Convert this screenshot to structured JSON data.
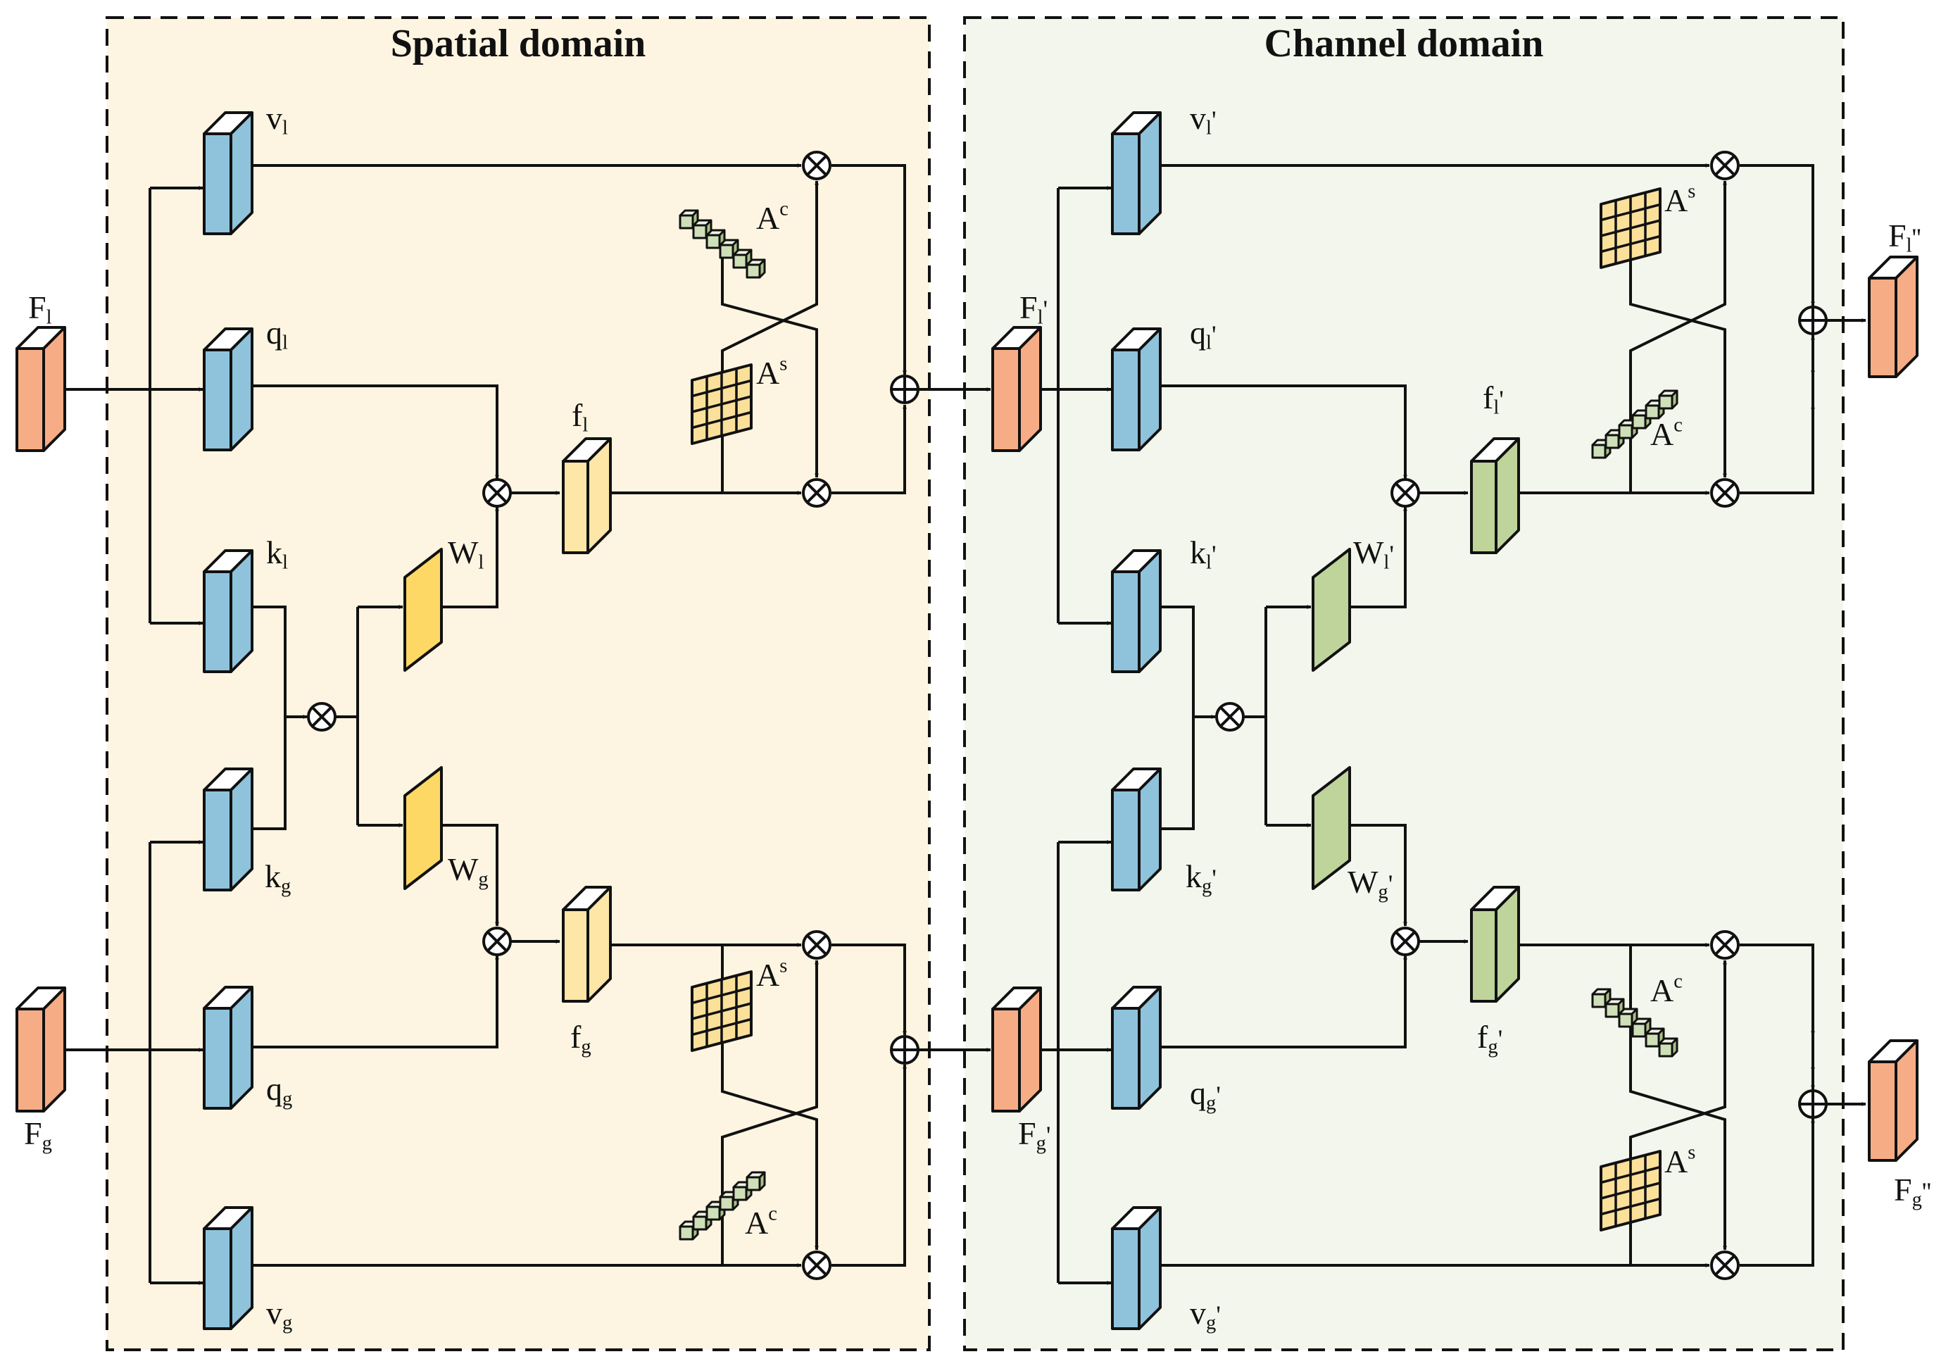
{
  "titles": {
    "spatial": "Spatial domain",
    "channel": "Channel domain"
  },
  "colors": {
    "spatial_bg": "#fdf5e1",
    "channel_bg": "#f3f6ec",
    "blue": "#8fc3dc",
    "orange": "#f6ad86",
    "yellow": "#fdd865",
    "light_yellow": "#fde6a6",
    "green": "#bed49b",
    "grid_yellow": "#fbe09a",
    "vec_green": "#cfe0b8"
  },
  "spatial": {
    "input_l": {
      "base": "F",
      "sub": "l"
    },
    "input_g": {
      "base": "F",
      "sub": "g"
    },
    "v_l": {
      "base": "v",
      "sub": "l"
    },
    "q_l": {
      "base": "q",
      "sub": "l"
    },
    "k_l": {
      "base": "k",
      "sub": "l"
    },
    "k_g": {
      "base": "k",
      "sub": "g"
    },
    "q_g": {
      "base": "q",
      "sub": "g"
    },
    "v_g": {
      "base": "v",
      "sub": "g"
    },
    "w_l": {
      "base": "W",
      "sub": "l"
    },
    "w_g": {
      "base": "W",
      "sub": "g"
    },
    "f_l": {
      "base": "f",
      "sub": "l"
    },
    "f_g": {
      "base": "f",
      "sub": "g"
    },
    "a_top_1": {
      "base": "A",
      "sup": "c"
    },
    "a_top_2": {
      "base": "A",
      "sup": "s"
    },
    "a_bot_1": {
      "base": "A",
      "sup": "s"
    },
    "a_bot_2": {
      "base": "A",
      "sup": "c"
    }
  },
  "channel": {
    "input_l": {
      "base": "F",
      "sub": "l",
      "prime": "'"
    },
    "input_g": {
      "base": "F",
      "sub": "g",
      "prime": "'"
    },
    "v_l": {
      "base": "v",
      "sub": "l",
      "prime": "'"
    },
    "q_l": {
      "base": "q",
      "sub": "l",
      "prime": "'"
    },
    "k_l": {
      "base": "k",
      "sub": "l",
      "prime": "'"
    },
    "k_g": {
      "base": "k",
      "sub": "g",
      "prime": "'"
    },
    "q_g": {
      "base": "q",
      "sub": "g",
      "prime": "'"
    },
    "v_g": {
      "base": "v",
      "sub": "g",
      "prime": "'"
    },
    "w_l": {
      "base": "W",
      "sub": "l",
      "prime": "'"
    },
    "w_g": {
      "base": "W",
      "sub": "g",
      "prime": "'"
    },
    "f_l": {
      "base": "f",
      "sub": "l",
      "prime": "'"
    },
    "f_g": {
      "base": "f",
      "sub": "g",
      "prime": "'"
    },
    "a_top_1": {
      "base": "A",
      "sup": "s"
    },
    "a_top_2": {
      "base": "A",
      "sup": "c"
    },
    "a_bot_1": {
      "base": "A",
      "sup": "c"
    },
    "a_bot_2": {
      "base": "A",
      "sup": "s"
    },
    "output_l": {
      "base": "F",
      "sub": "l",
      "prime": "''"
    },
    "output_g": {
      "base": "F",
      "sub": "g",
      "prime": "''"
    }
  }
}
